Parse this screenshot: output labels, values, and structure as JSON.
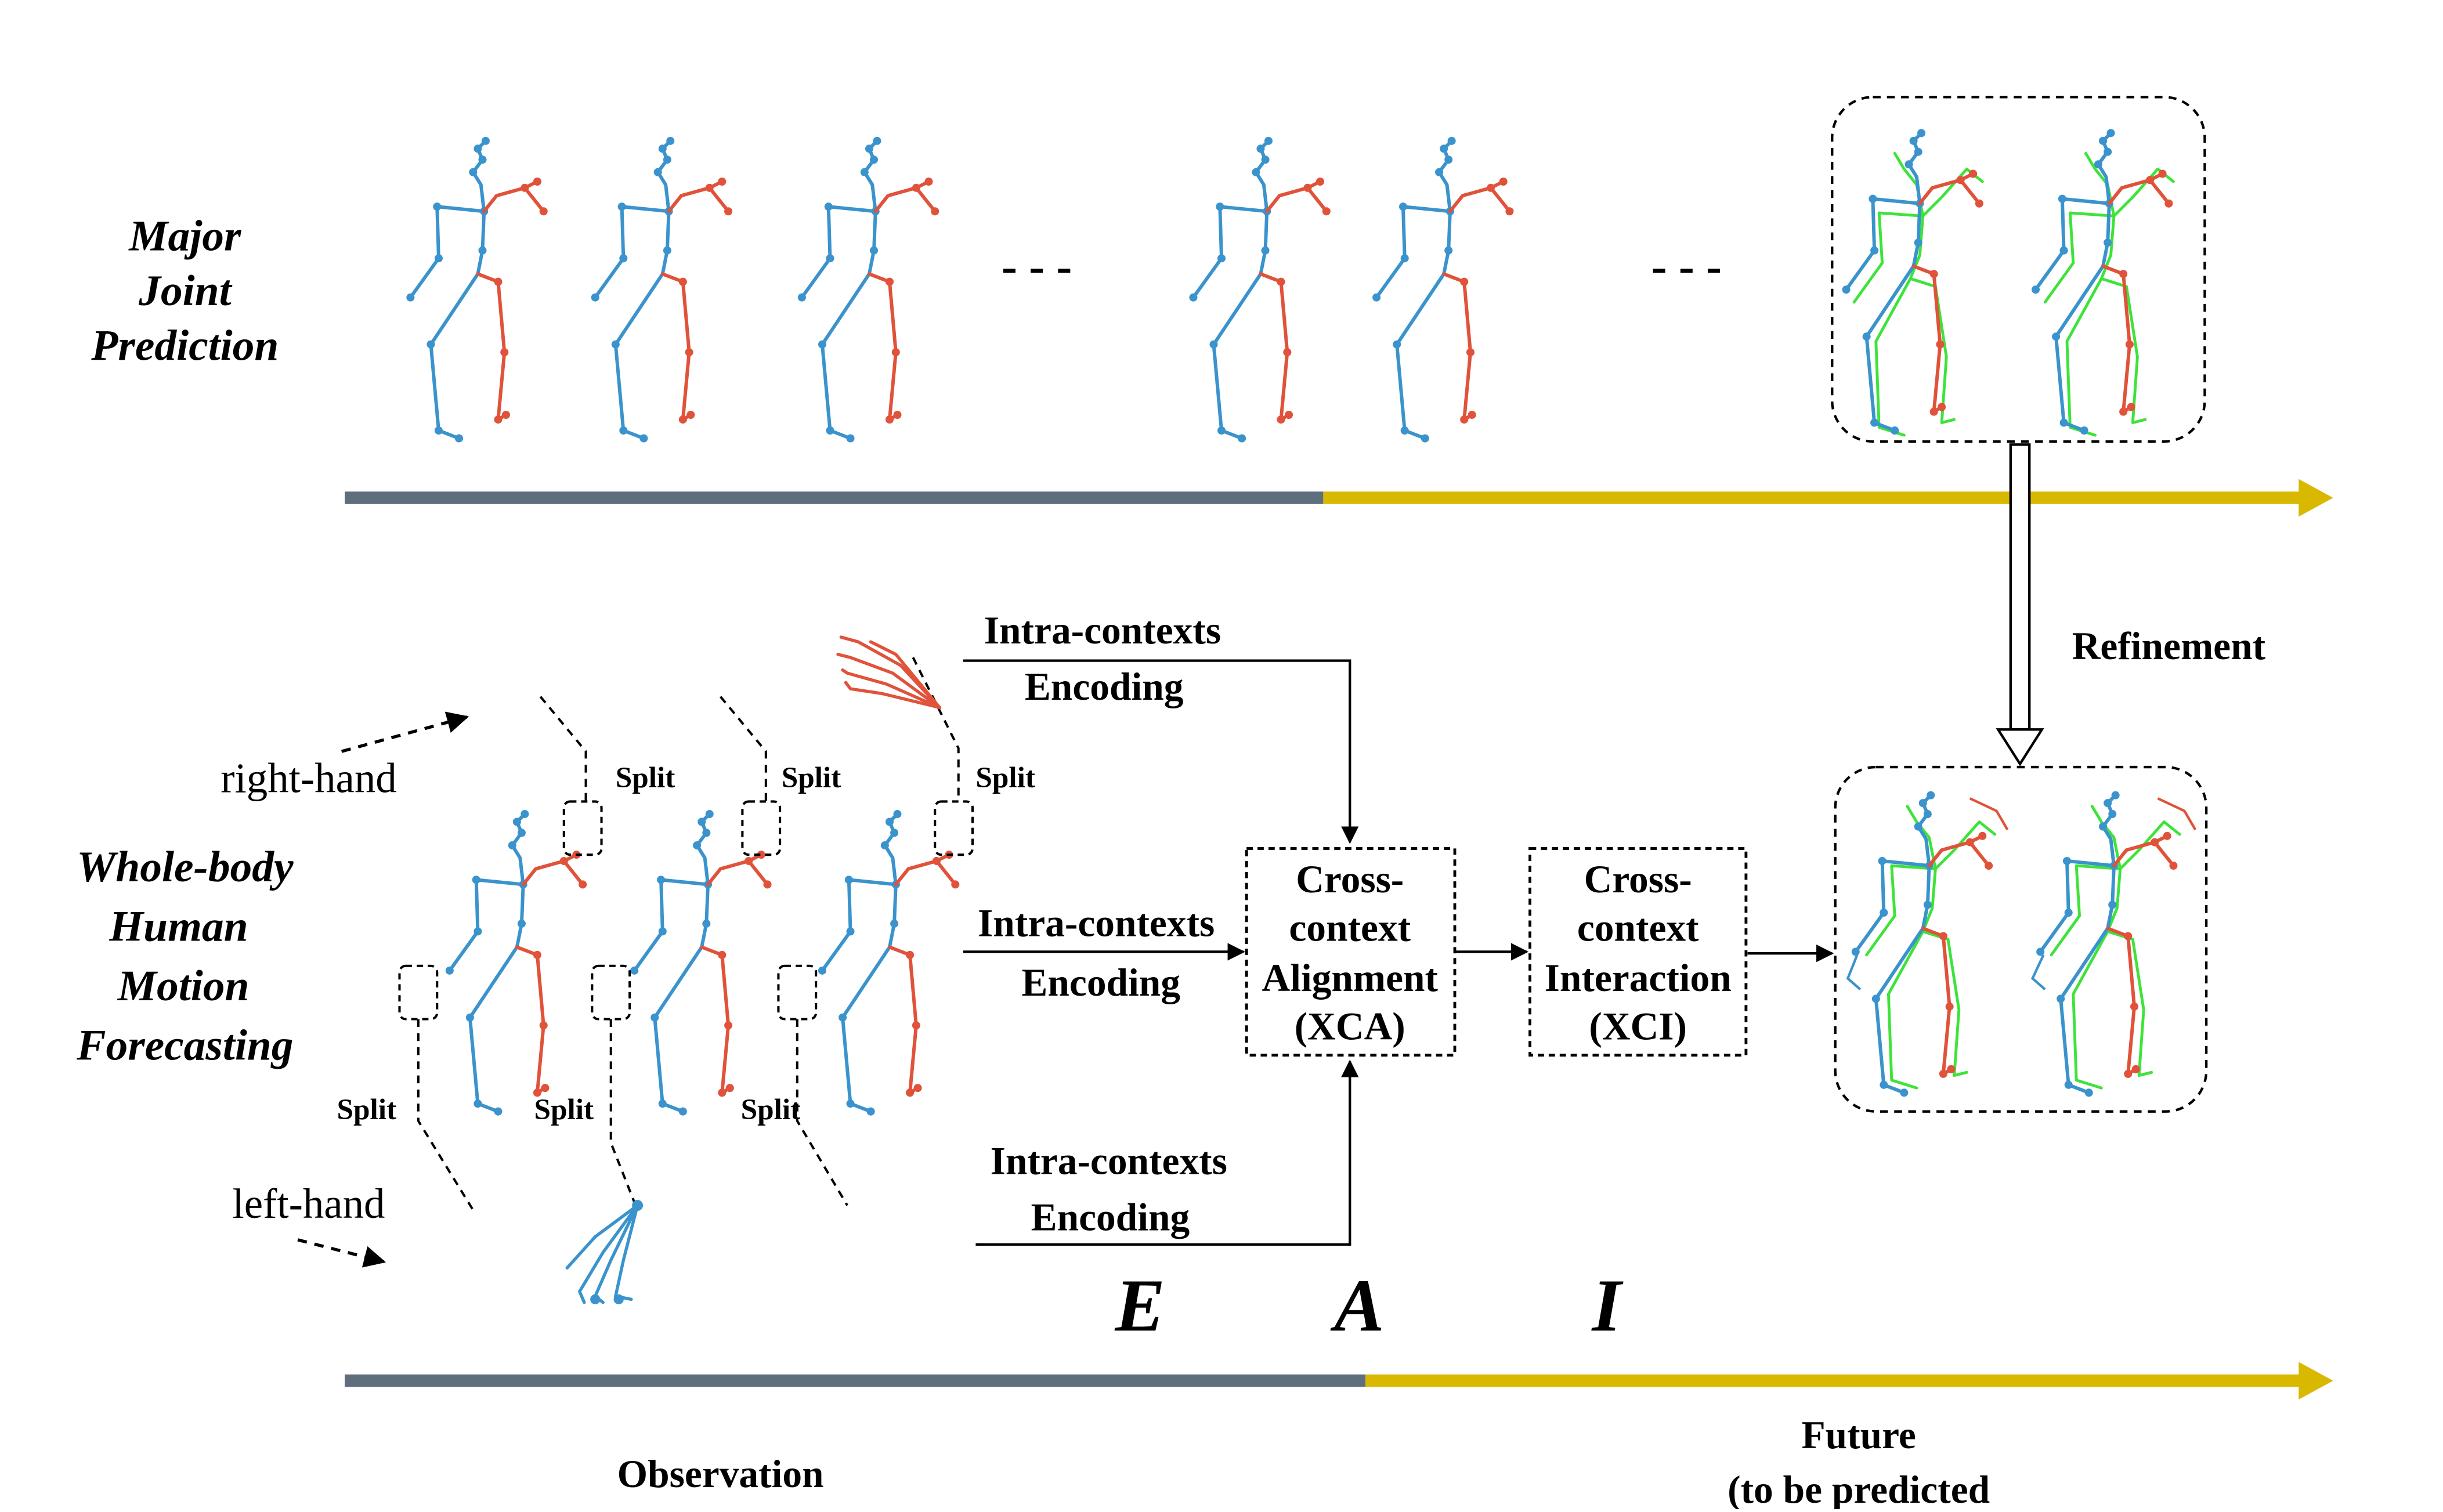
{
  "labels": {
    "major_joint": [
      "Major",
      "Joint",
      "Prediction"
    ],
    "whole_body": [
      "Whole-body",
      "Human",
      "Motion",
      "Forecasting"
    ],
    "right_hand": "right-hand",
    "left_hand": "left-hand",
    "split": "Split",
    "ellipsis": "- - -",
    "intra_contexts": [
      "Intra-contexts",
      "Encoding"
    ],
    "xca": [
      "Cross-",
      "context",
      "Alignment",
      "(XCA)"
    ],
    "xci": [
      "Cross-",
      "context",
      "Interaction",
      "(XCI)"
    ],
    "refinement": "Refinement",
    "letter_e": "E",
    "letter_a": "A",
    "letter_i": "I",
    "observation": "Observation",
    "future": [
      "Future",
      "(to be predicted"
    ]
  },
  "colors": {
    "body_blue": "#3a93cc",
    "body_red": "#e0523a",
    "pred_green": "#3ee33a",
    "timeline_observed": "#5e6e7d",
    "timeline_future": "#d9b800",
    "text": "#000000"
  }
}
